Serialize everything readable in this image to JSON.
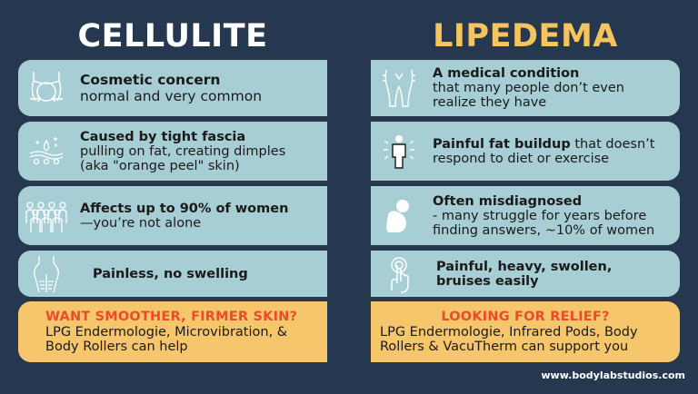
{
  "cellulite": {
    "title": "CELLULITE",
    "title_color": "#ffffff",
    "cards": [
      {
        "icon": "hips-measure-icon",
        "bold": "Cosmetic concern",
        "rest": "normal and very common"
      },
      {
        "icon": "fascia-drops-icon",
        "bold": "Caused by tight fascia",
        "rest": "pulling on fat, creating dimples (aka \"orange peel\" skin)"
      },
      {
        "icon": "group-of-people-icon",
        "bold": "Affects up to 90% of women",
        "rest": "—you’re not alone"
      },
      {
        "icon": "buttocks-icon",
        "bold": "Painless, no swelling",
        "rest": ""
      }
    ],
    "cta": {
      "headline": "WANT SMOOTHER, FIRMER SKIN?",
      "body": "LPG Endermologie, Microvibration, & Body Rollers can help"
    }
  },
  "lipedema": {
    "title": "LIPEDEMA",
    "title_color": "#f6c45f",
    "cards": [
      {
        "icon": "legs-icon",
        "bold": "A medical condition",
        "rest": "that many people don’t even realize they have"
      },
      {
        "icon": "person-pain-icon",
        "bold": "Painful fat buildup",
        "rest": " that doesn’t respond to diet or exercise"
      },
      {
        "icon": "person-crouching-icon",
        "bold": "Often misdiagnosed",
        "rest": "- many struggle for years before finding answers,  ~10% of women"
      },
      {
        "icon": "touch-finger-icon",
        "bold": "Painful, heavy, swollen, bruises easily",
        "rest": ""
      }
    ],
    "cta": {
      "headline": "LOOKING FOR RELIEF?",
      "body": "LPG Endermologie, Infrared Pods, Body Rollers & VacuTherm can support you"
    }
  },
  "footer": {
    "url": "www.bodylabstudios.com"
  },
  "colors": {
    "background": "#263750",
    "card": "#a6ced4",
    "cta_card": "#f6c66c",
    "cta_headline": "#ec4a2a"
  }
}
